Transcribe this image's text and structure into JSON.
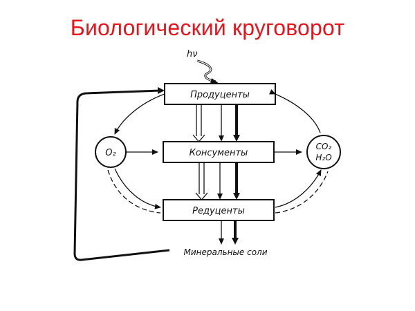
{
  "title": "Биологический круговорот",
  "diagram": {
    "energy_input": "hν",
    "producers": "Продуценты",
    "consumers": "Консументы",
    "decomposers": "Редуценты",
    "oxygen": "O₂",
    "co2": "CO₂",
    "water": "H₂O",
    "mineral_salts": "Минеральные соли"
  }
}
